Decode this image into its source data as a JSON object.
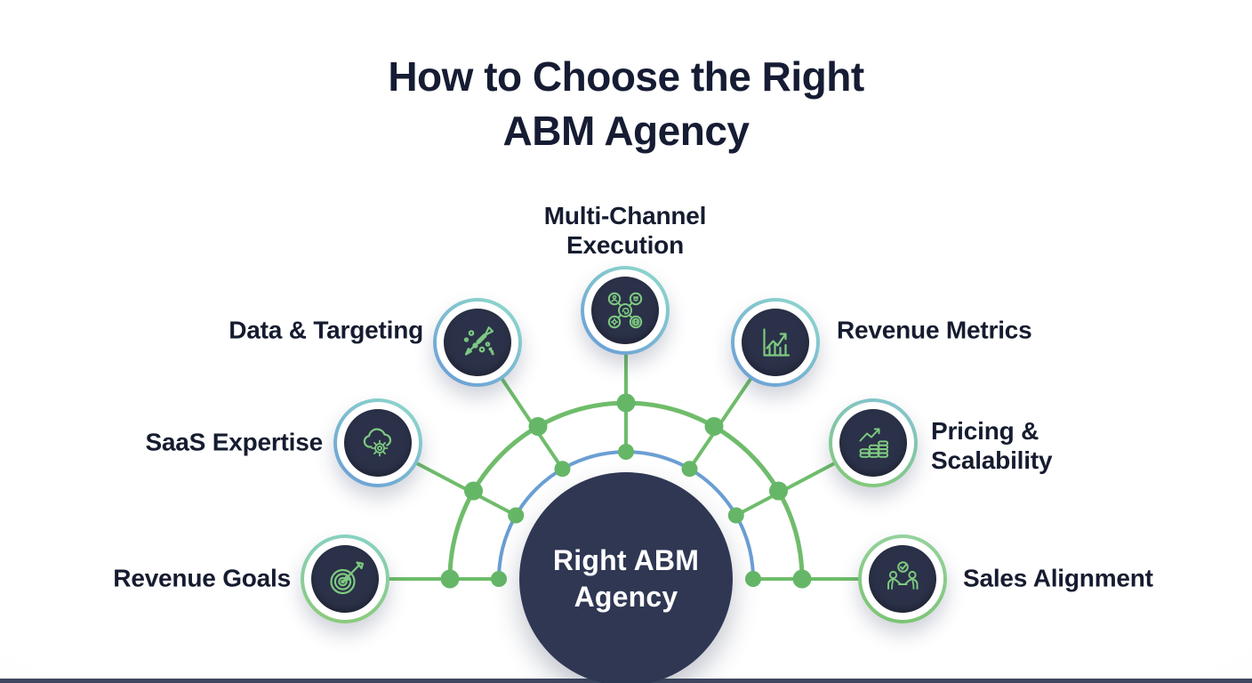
{
  "title": "How to Choose the Right\nABM Agency",
  "center": {
    "label": "Right ABM\nAgency"
  },
  "nodes": [
    {
      "id": "multi-channel-execution",
      "label": "Multi-Channel\nExecution",
      "icon": "multi-channel-hub-icon"
    },
    {
      "id": "data-targeting",
      "label": "Data & Targeting",
      "icon": "dart-with-data-dots-icon"
    },
    {
      "id": "revenue-metrics",
      "label": "Revenue Metrics",
      "icon": "bar-chart-growth-icon"
    },
    {
      "id": "saas-expertise",
      "label": "SaaS Expertise",
      "icon": "cloud-gear-icon"
    },
    {
      "id": "pricing-scalability",
      "label": "Pricing &\nScalability",
      "icon": "coin-stacks-growth-icon"
    },
    {
      "id": "revenue-goals",
      "label": "Revenue Goals",
      "icon": "target-dart-icon"
    },
    {
      "id": "sales-alignment",
      "label": "Sales Alignment",
      "icon": "handshake-check-icon"
    }
  ],
  "colors": {
    "line_green": "#6fbc6b",
    "dot_green": "#65b767",
    "arc_blue": "#6b9ed2",
    "navy_disc": "#2b3148",
    "center_navy": "#2f3753",
    "icon_green": "#7dc981",
    "title_navy": "#161c33"
  }
}
